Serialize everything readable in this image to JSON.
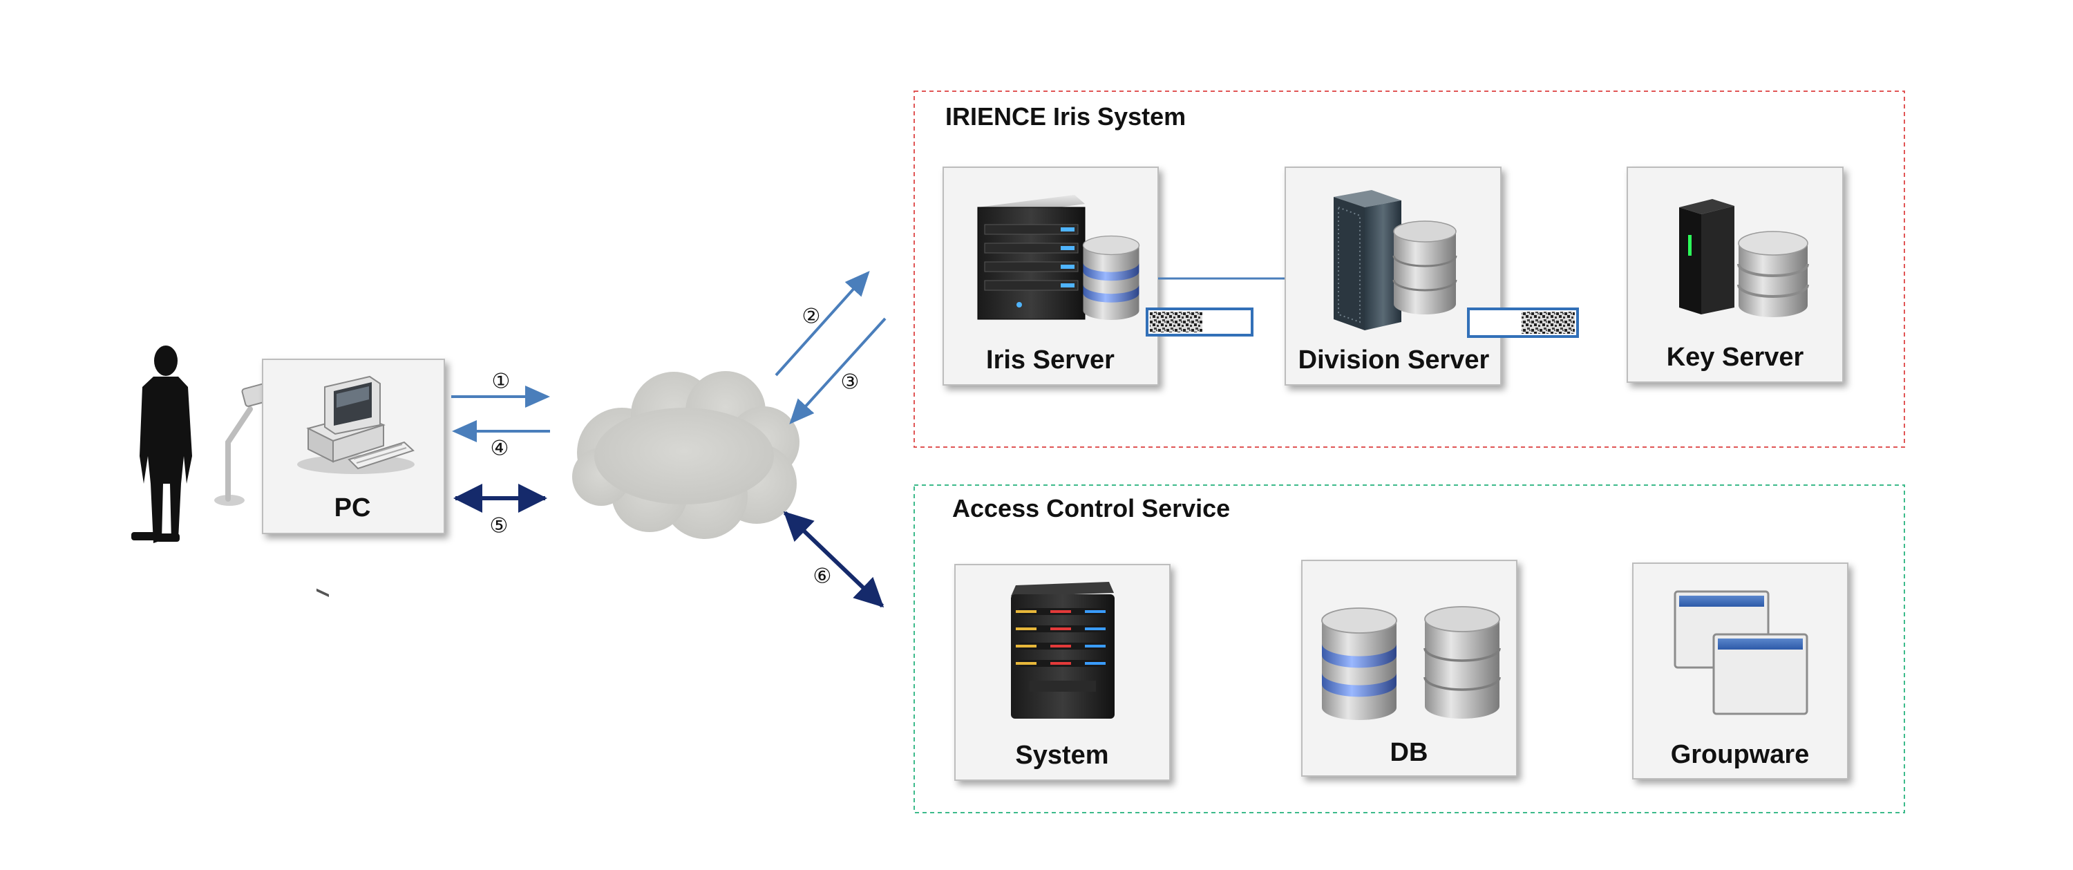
{
  "groups": {
    "iris_system": {
      "title": "IRIENCE Iris System",
      "border_color": "#e05555"
    },
    "access_control": {
      "title": "Access Control Service",
      "border_color": "#3cba8a"
    }
  },
  "nodes": {
    "pc": "PC",
    "iris_server": "Iris Server",
    "division_server": "Division Server",
    "key_server": "Key Server",
    "system": "System",
    "db": "DB",
    "groupware": "Groupware"
  },
  "steps": {
    "s1": "①",
    "s2": "②",
    "s3": "③",
    "s4": "④",
    "s5": "⑤",
    "s6": "⑥"
  },
  "colors": {
    "arrow_light": "#4a7ebb",
    "arrow_dark": "#152a6b",
    "cloud": "#cfcfcb",
    "box_fill": "#f3f3f3",
    "box_border": "#bdbdbd"
  },
  "icons": {
    "person": "person-silhouette-icon",
    "scanner": "iris-scanner-icon",
    "pc": "desktop-computer-icon",
    "cloud": "network-cloud-icon",
    "server": "server-tower-icon",
    "database": "database-icon",
    "windows": "application-windows-icon",
    "qr": "qr-code-icon"
  }
}
